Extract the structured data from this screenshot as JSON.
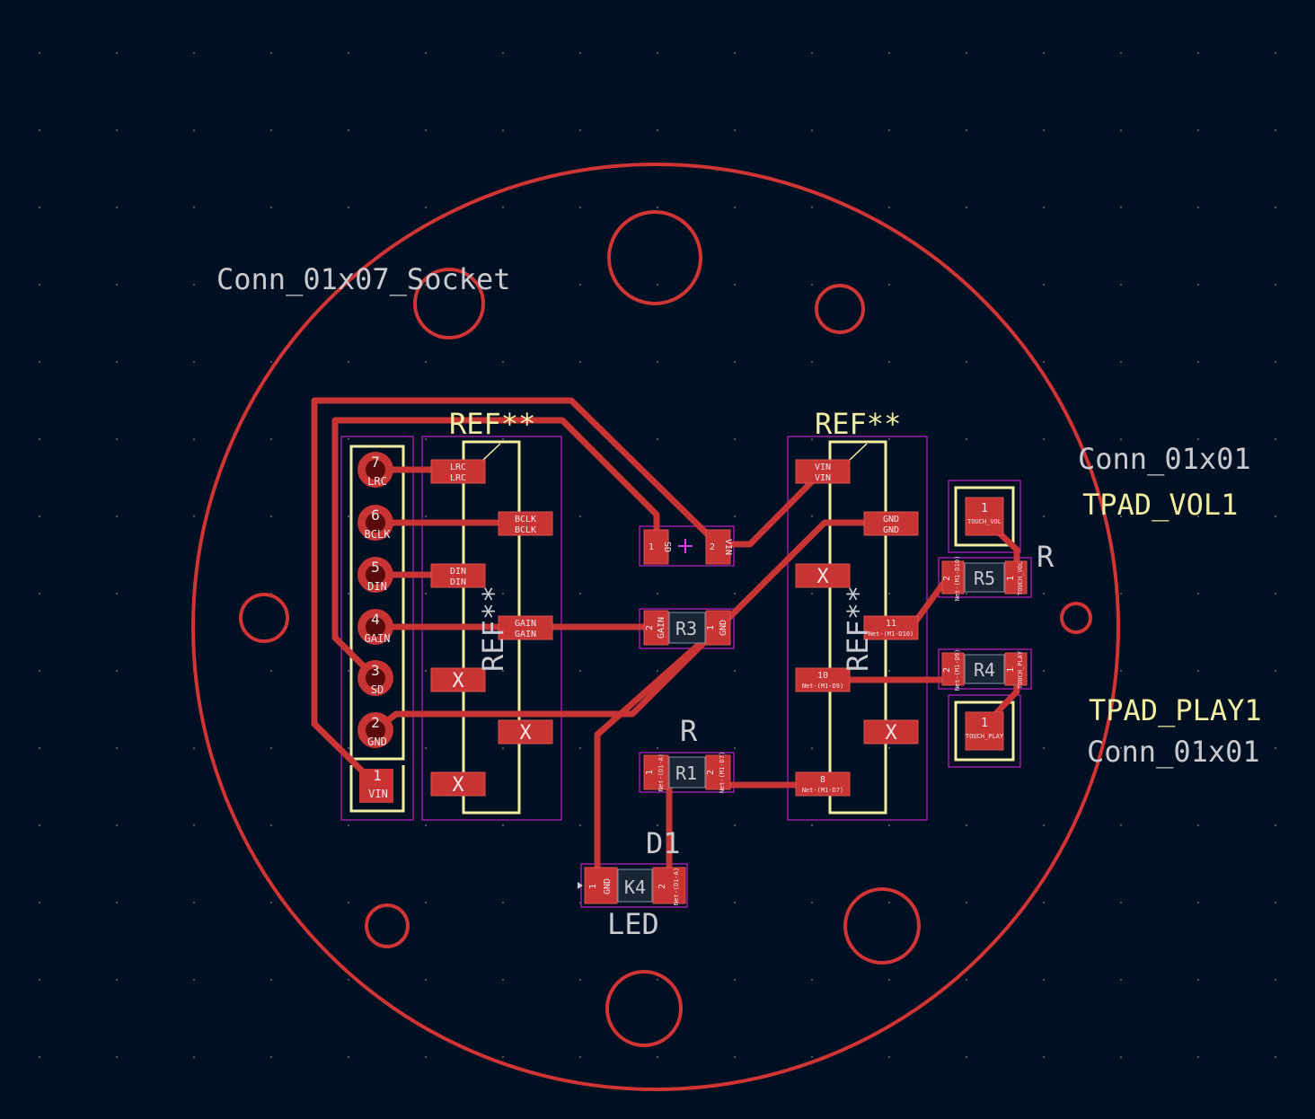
{
  "colors": {
    "background": "#001023",
    "copper": "#c83434",
    "edge_cuts": "#d03434",
    "silkscreen": "#f2eda1",
    "courtyard": "#c020c0",
    "fab_text": "#c8cad0"
  },
  "labels": {
    "conn_socket": "Conn_01x07_Socket",
    "ref_left": "REF**",
    "ref_left_vertical": "REF**",
    "ref_right": "REF**",
    "ref_right_vertical": "REF**",
    "conn_vol": "Conn_01x01",
    "tpad_vol": "TPAD_VOL1",
    "r_right": "R",
    "tpad_play": "TPAD_PLAY1",
    "conn_play": "Conn_01x01",
    "r_bottom": "R",
    "d1": "D1",
    "led": "LED",
    "r5": "R5",
    "r3": "R3",
    "r1": "R1",
    "r4": "R4",
    "d1_ref": "K4"
  },
  "socket_pins": [
    {
      "num": "7",
      "name": "LRC"
    },
    {
      "num": "6",
      "name": "BCLK"
    },
    {
      "num": "5",
      "name": "DIN"
    },
    {
      "num": "4",
      "name": "GAIN"
    },
    {
      "num": "3",
      "name": "SD"
    },
    {
      "num": "2",
      "name": "GND"
    },
    {
      "num": "1",
      "name": "VIN"
    }
  ],
  "left_module_pads": {
    "lrc": [
      "LRC",
      "LRC"
    ],
    "bclk": [
      "BCLK",
      "BCLK"
    ],
    "din": [
      "DIN",
      "DIN"
    ],
    "gain": [
      "GAIN",
      "GAIN"
    ],
    "x": "X"
  },
  "right_module_pads": {
    "vin": [
      "VIN",
      "VIN"
    ],
    "gnd": [
      "GND",
      "GND"
    ],
    "p11": [
      "11",
      "Net-(M1-D10)"
    ],
    "p10": [
      "10",
      "Net-(M1-D9)"
    ],
    "p8": [
      "8",
      "Net-(M1-D7)"
    ],
    "x": "X"
  },
  "smd_parts": {
    "top": {
      "pin1": "1",
      "net1": "SD",
      "pin2": "2",
      "net2": "VIN"
    },
    "r3": {
      "pin1": "1",
      "net1": "GND",
      "pin2": "2",
      "net2": "GAIN"
    },
    "r1": {
      "pin1": "1",
      "net1": "Net-(D1-A)",
      "pin2": "2",
      "net2": "Net-(M1-D7)"
    },
    "d1": {
      "pin1": "1",
      "net1": "GND",
      "pin2": "2",
      "net2": "Net-(D1-A)"
    },
    "r5": {
      "pin1": "1",
      "net1": "TOUCH_VOL",
      "pin2": "2",
      "net2": "Net-(M1-D10)"
    },
    "r4": {
      "pin1": "1",
      "net1": "TOUCH_PLAY",
      "pin2": "2",
      "net2": "Net-(M1-D9)"
    }
  },
  "touch_pads": {
    "vol": {
      "num": "1",
      "net": "TOUCH_VOL"
    },
    "play": {
      "num": "1",
      "net": "TOUCH_PLAY"
    }
  }
}
